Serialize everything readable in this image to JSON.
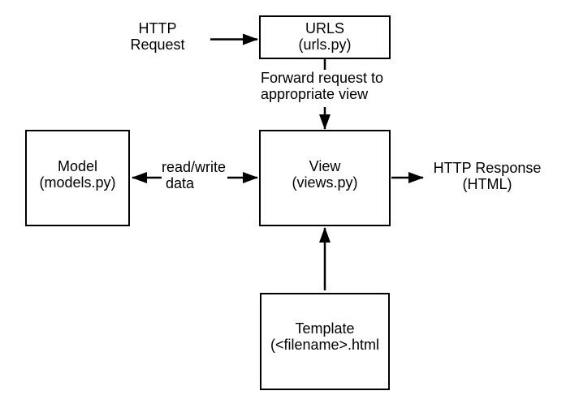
{
  "colors": {
    "stroke": "#000000",
    "background": "#ffffff",
    "text": "#000000"
  },
  "boxes": {
    "urls": {
      "line1": "URLS",
      "line2": "(urls.py)"
    },
    "model": {
      "line1": "Model",
      "line2": "(models.py)"
    },
    "view": {
      "line1": "View",
      "line2": "(views.py)"
    },
    "template": {
      "line1": "Template",
      "line2": "(<filename>.html"
    }
  },
  "labels": {
    "http_request": {
      "line1": "HTTP",
      "line2": "Request"
    },
    "forward": {
      "line1": "Forward request to",
      "line2": "appropriate view"
    },
    "read_write": {
      "line1": "read/write",
      "line2": "data"
    },
    "http_response": {
      "line1": "HTTP Response",
      "line2": "(HTML)"
    }
  }
}
